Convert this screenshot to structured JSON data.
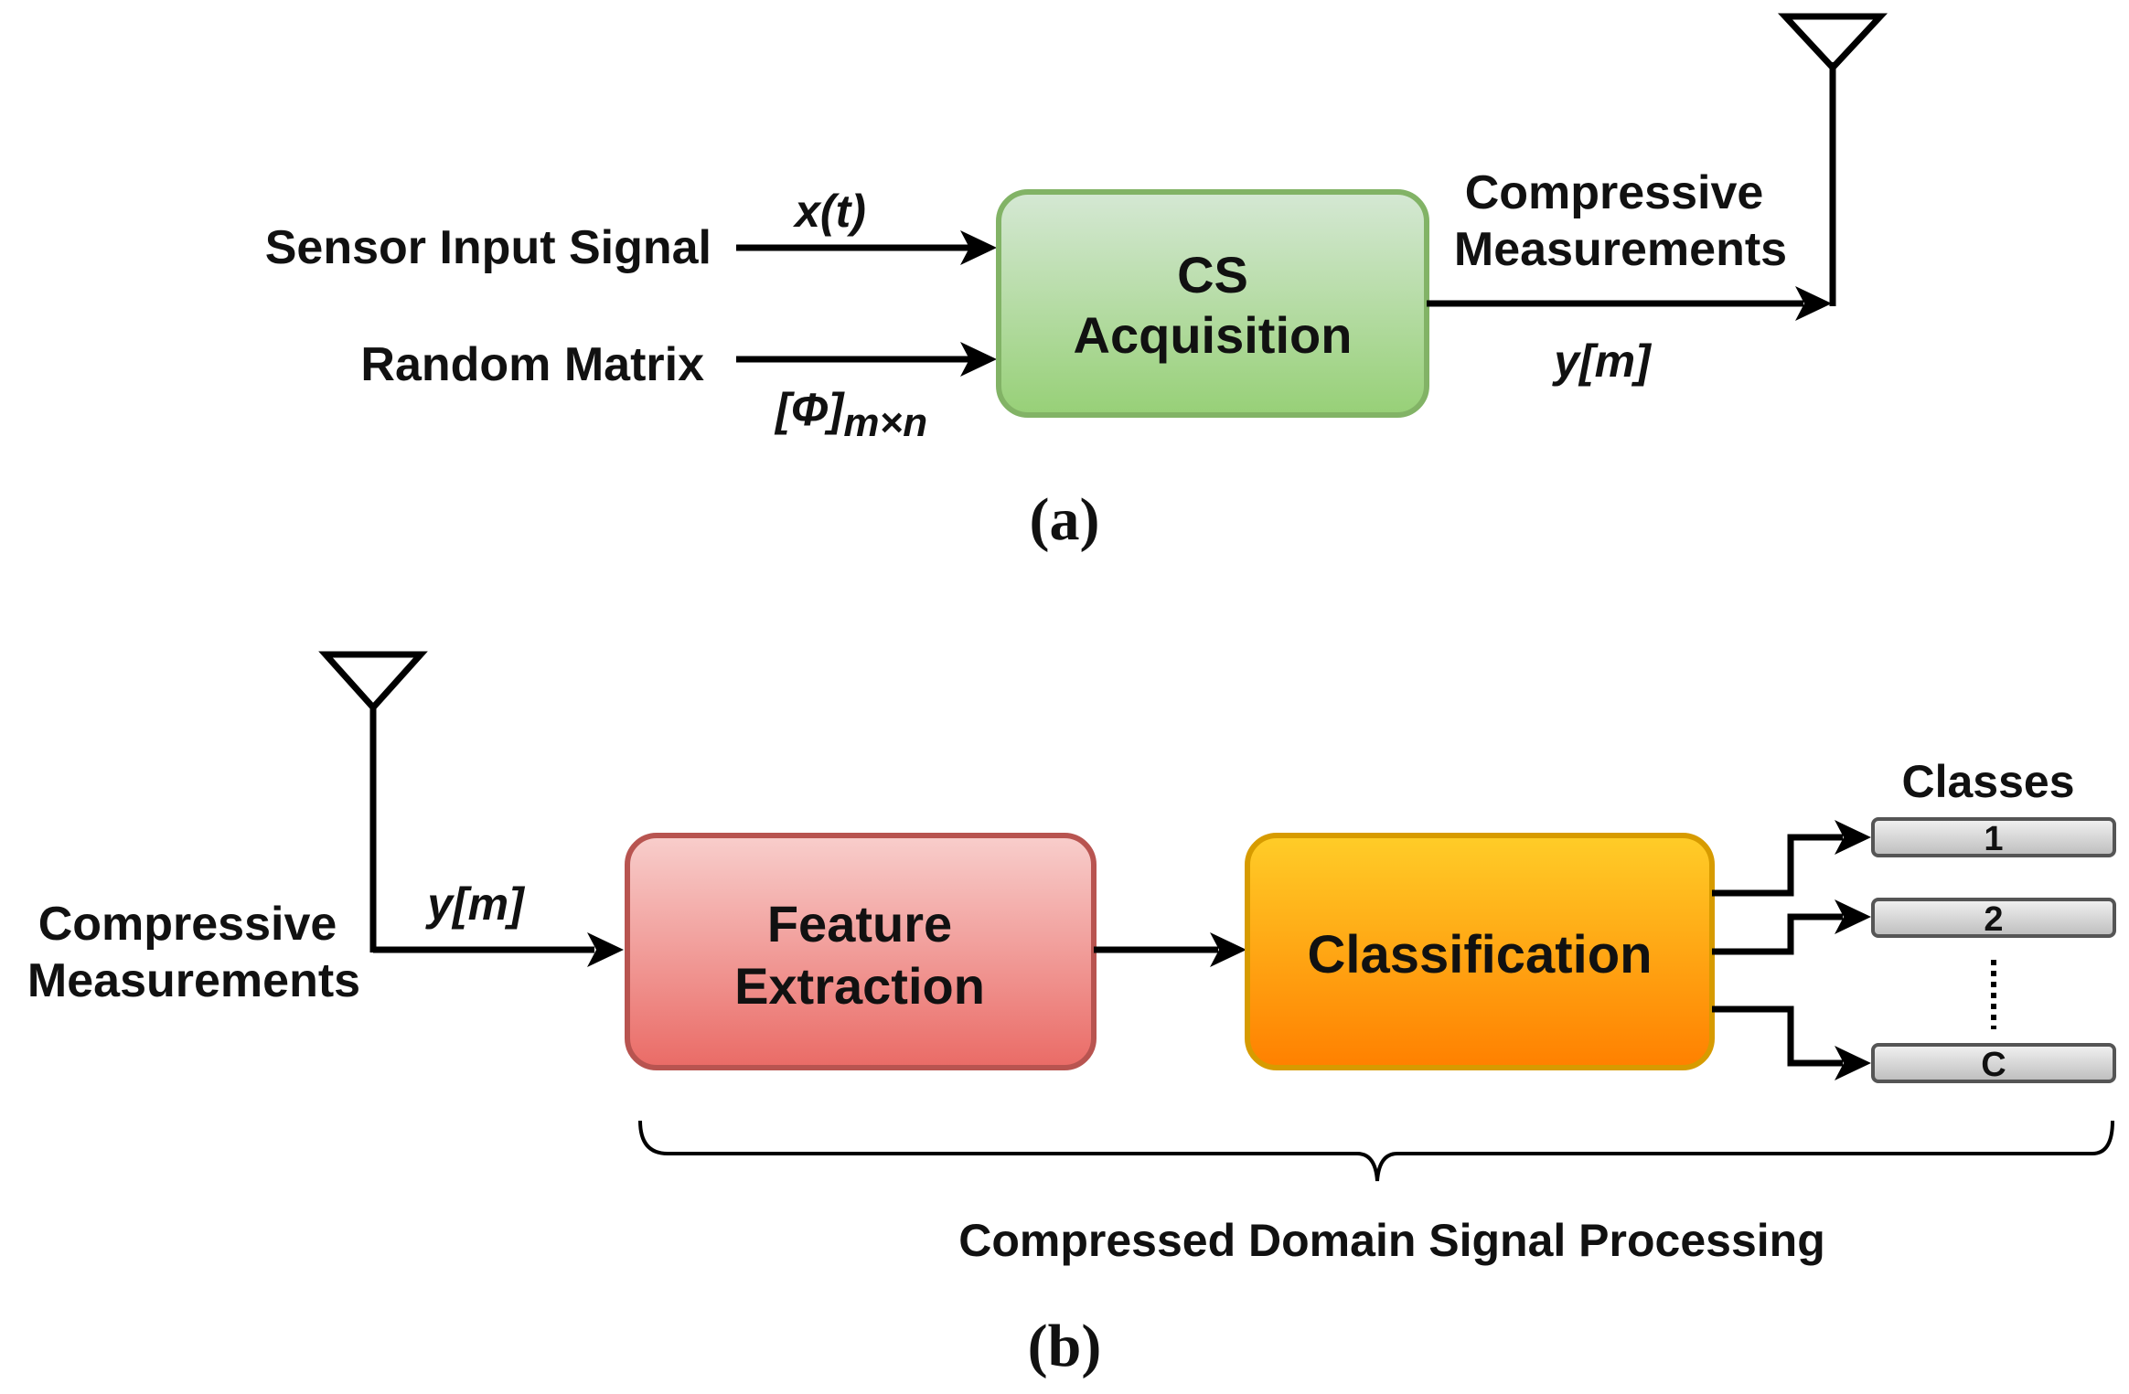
{
  "part_a": {
    "caption": "(a)",
    "input1_label": "Sensor Input Signal",
    "input1_signal": "x(t)",
    "input2_label": "Random Matrix",
    "input2_symbol": "[Φ]",
    "input2_subscript": "m×n",
    "block": {
      "line1": "CS",
      "line2": "Acquisition"
    },
    "output_label_line1": "Compressive",
    "output_label_line2": "Measurements",
    "output_signal": "y[m]"
  },
  "part_b": {
    "caption": "(b)",
    "input_label_line1": "Compressive",
    "input_label_line2": "Measurements",
    "input_signal": "y[m]",
    "feature_block": {
      "line1": "Feature",
      "line2": "Extraction"
    },
    "classification_block": "Classification",
    "classes_title": "Classes",
    "classes": [
      "1",
      "2",
      "C"
    ],
    "brace_label": "Compressed Domain Signal Processing"
  },
  "colors": {
    "cs_fill_top": "#d5e8d4",
    "cs_fill_bottom": "#97d077",
    "cs_stroke": "#82b366",
    "fe_fill_top": "#f8cecc",
    "fe_fill_bottom": "#ea6b66",
    "fe_stroke": "#b85450",
    "cl_fill_top": "#ffcd28",
    "cl_fill_bottom": "#ff8000",
    "cl_stroke": "#d79b00",
    "class_fill": "#d0d0d0",
    "class_stroke": "#555555"
  }
}
